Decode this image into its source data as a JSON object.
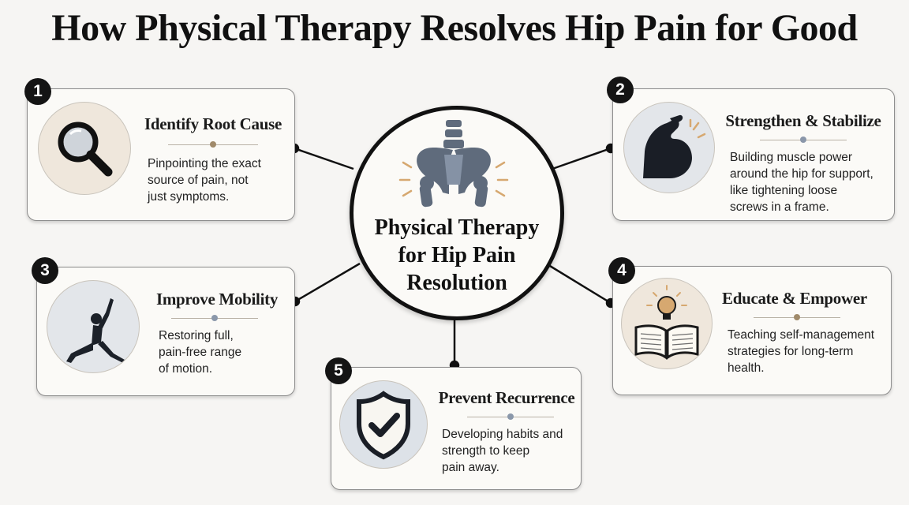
{
  "title": "How Physical Therapy Resolves Hip Pain for Good",
  "center": {
    "lines": [
      "Physical Therapy",
      "for Hip Pain",
      "Resolution"
    ],
    "icon": "pelvis-icon"
  },
  "cards": [
    {
      "number": "1",
      "title": "Identify Root Cause",
      "desc": [
        "Pinpointing the exact",
        "source of pain, not",
        "just symptoms."
      ],
      "icon": "magnifying-glass-icon",
      "accent": "#a08a6a",
      "icon_bg": "#efe7dc"
    },
    {
      "number": "2",
      "title": "Strengthen & Stabilize",
      "desc": [
        "Building muscle power",
        "around the hip for support,",
        "like tightening loose",
        "screws in a frame."
      ],
      "icon": "flexed-arm-icon",
      "accent": "#8a97aa",
      "icon_bg": "#e3e6ea"
    },
    {
      "number": "3",
      "title": "Improve Mobility",
      "desc": [
        "Restoring full,",
        "pain-free range",
        "of motion."
      ],
      "icon": "stretching-person-icon",
      "accent": "#8a97aa",
      "icon_bg": "#e3e6ea"
    },
    {
      "number": "4",
      "title": "Educate & Empower",
      "desc": [
        "Teaching self-management",
        "strategies for long-term",
        "health."
      ],
      "icon": "book-lightbulb-icon",
      "accent": "#a08a6a",
      "icon_bg": "#efe7dc"
    },
    {
      "number": "5",
      "title": "Prevent Recurrence",
      "desc": [
        "Developing habits and",
        "strength to keep",
        "pain away."
      ],
      "icon": "shield-check-icon",
      "accent": "#8a97aa",
      "icon_bg": "#dde2e8"
    }
  ]
}
